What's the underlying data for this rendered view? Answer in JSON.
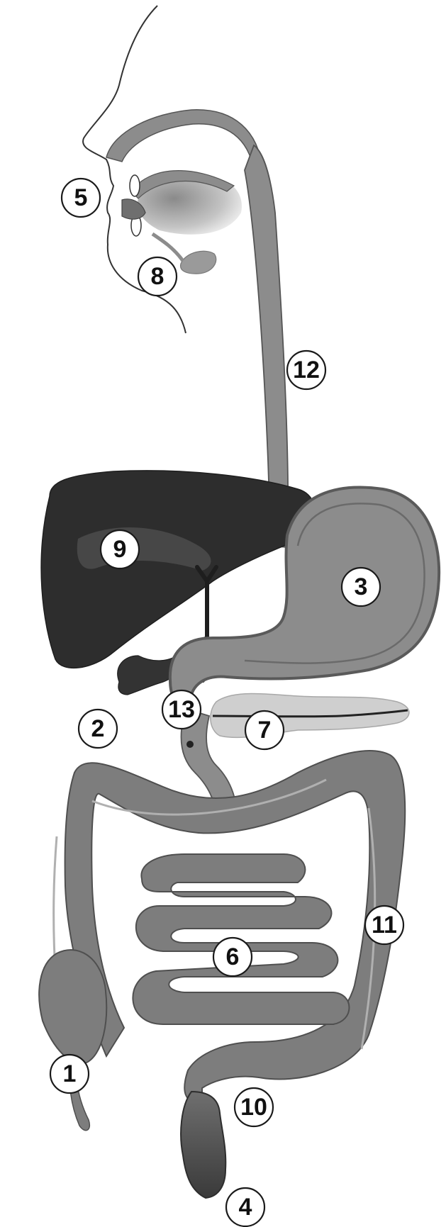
{
  "colors": {
    "organ": "#8c8c8c",
    "organ_dark": "#6f6f6f",
    "liver": "#3a3a3a",
    "liver_dark": "#2a2a2a",
    "rectum": "#4a4a4a",
    "pancreas": "#cfcfcf",
    "outline": "#555555",
    "marker_bg": "#ffffff",
    "marker_text": "#111111"
  },
  "labels": [
    {
      "id": "marker-1",
      "text": "1"
    },
    {
      "id": "marker-2",
      "text": "2"
    },
    {
      "id": "marker-3",
      "text": "3"
    },
    {
      "id": "marker-4",
      "text": "4"
    },
    {
      "id": "marker-5",
      "text": "5"
    },
    {
      "id": "marker-6",
      "text": "6"
    },
    {
      "id": "marker-7",
      "text": "7"
    },
    {
      "id": "marker-8",
      "text": "8"
    },
    {
      "id": "marker-9",
      "text": "9"
    },
    {
      "id": "marker-10",
      "text": "10"
    },
    {
      "id": "marker-11",
      "text": "11"
    },
    {
      "id": "marker-12",
      "text": "12"
    },
    {
      "id": "marker-13",
      "text": "13"
    }
  ]
}
